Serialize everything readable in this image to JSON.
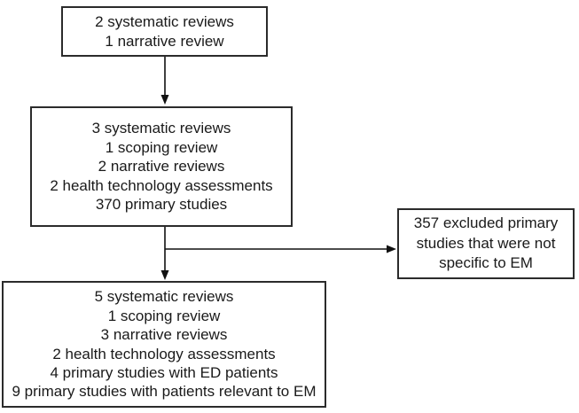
{
  "figure": {
    "background_color": "#ffffff",
    "box_border_color": "#2b2b2b",
    "arrow_color": "#111111",
    "text_color": "#1a1a1a"
  },
  "boxes": {
    "initial": {
      "lines": [
        "2 systematic reviews",
        "1 narrative review"
      ]
    },
    "screening": {
      "lines": [
        "3 systematic reviews",
        "1 scoping review",
        "2 narrative reviews",
        "2 health technology assessments",
        "370 primary studies"
      ]
    },
    "excluded": {
      "lines": [
        "357 excluded primary",
        "studies that were not",
        "specific to EM"
      ]
    },
    "included": {
      "lines": [
        "5 systematic reviews",
        "1 scoping review",
        "3 narrative reviews",
        "2 health technology assessments",
        "4 primary studies with ED patients",
        "9 primary studies with patients relevant to EM"
      ]
    }
  }
}
